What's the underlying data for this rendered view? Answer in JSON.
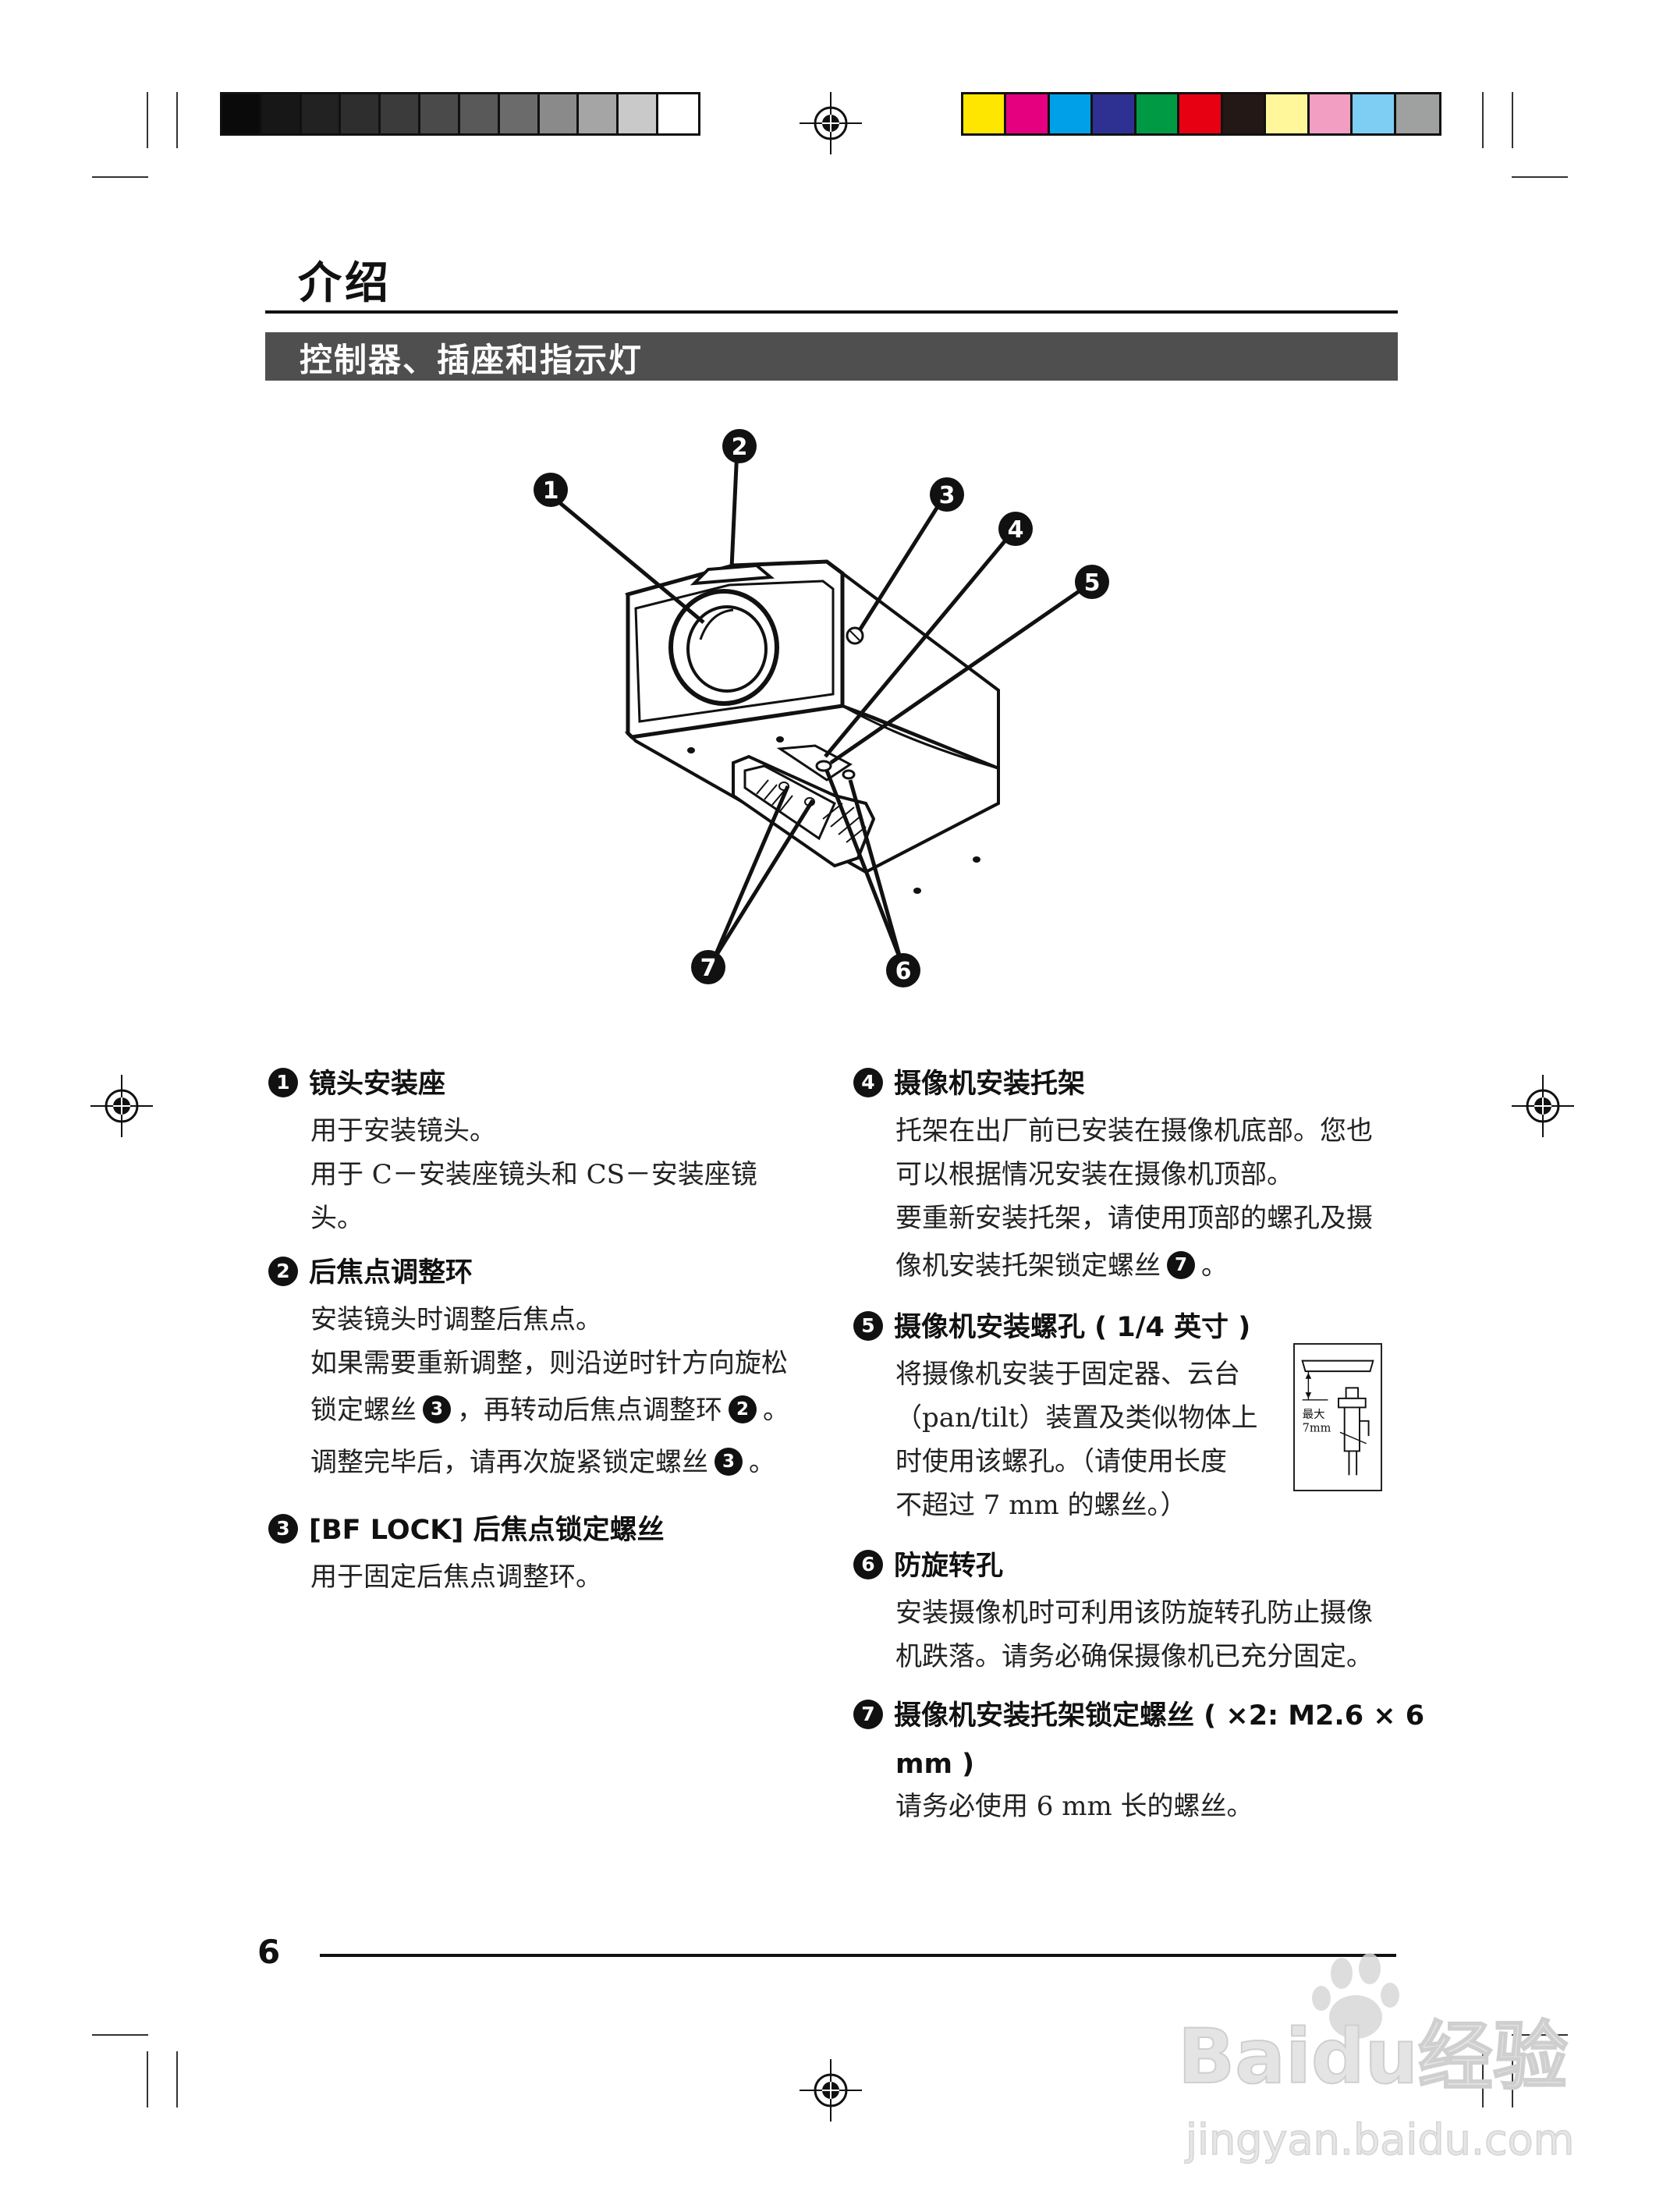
{
  "header": {
    "title": "介绍",
    "section": "控制器、插座和指示灯"
  },
  "colors": {
    "section_bar": "#4f4f4f",
    "grayscale_swatches": [
      "#0a0a0a",
      "#171717",
      "#222222",
      "#2e2e2e",
      "#3b3b3b",
      "#4a4a4a",
      "#595959",
      "#6b6b6b",
      "#8a8a8a",
      "#a5a5a5",
      "#c9c9c9",
      "#ffffff"
    ],
    "color_swatches": [
      "#ffe600",
      "#e5007f",
      "#00a0e9",
      "#2e3192",
      "#009944",
      "#e60012",
      "#231815",
      "#fff799",
      "#f19ec2",
      "#7ecef4",
      "#9fa0a0"
    ]
  },
  "diagram": {
    "callouts": [
      "1",
      "2",
      "3",
      "4",
      "5",
      "6",
      "7"
    ]
  },
  "items": [
    {
      "num": "1",
      "title": "镜头安装座",
      "lines": [
        "用于安装镜头。",
        "用于 C－安装座镜头和 CS－安装座镜",
        "头。"
      ]
    },
    {
      "num": "2",
      "title": "后焦点调整环",
      "line1": "安装镜头时调整后焦点。",
      "line2": "如果需要重新调整，则沿逆时针方向旋松",
      "line3a": "锁定螺丝",
      "ref3a": "3",
      "line3b": "，再转动后焦点调整环",
      "ref3b": "2",
      "line3c": "。",
      "line4a": "调整完毕后，请再次旋紧锁定螺丝",
      "ref4": "3",
      "line4b": "。"
    },
    {
      "num": "3",
      "title": "[BF LOCK] 后焦点锁定螺丝",
      "lines": [
        "用于固定后焦点调整环。"
      ]
    },
    {
      "num": "4",
      "title": "摄像机安装托架",
      "line1": "托架在出厂前已安装在摄像机底部。您也",
      "line2": "可以根据情况安装在摄像机顶部。",
      "line3": "要重新安装托架，请使用顶部的螺孔及摄",
      "line4a": "像机安装托架锁定螺丝",
      "ref4": "7",
      "line4b": "。"
    },
    {
      "num": "5",
      "title": "摄像机安装螺孔 ( 1/4 英寸 )",
      "lines": [
        "将摄像机安装于固定器、云台",
        "（pan/tilt）装置及类似物体上",
        "时使用该螺孔。（请使用长度",
        "不超过 7 mm 的螺丝。）"
      ],
      "inset_label_1": "最大",
      "inset_label_2": "7mm"
    },
    {
      "num": "6",
      "title": "防旋转孔",
      "lines": [
        "安装摄像机时可利用该防旋转孔防止摄像",
        "机跌落。请务必确保摄像机已充分固定。"
      ]
    },
    {
      "num": "7",
      "title_line1": "摄像机安装托架锁定螺丝 ( ×2: M2.6 × 6",
      "title_line2": "mm )",
      "lines": [
        "请务必使用 6 mm 长的螺丝。"
      ]
    }
  ],
  "footer": {
    "page_number": "6"
  },
  "watermark": {
    "brand": "Baidu经验",
    "url": "jingyan.baidu.com"
  }
}
